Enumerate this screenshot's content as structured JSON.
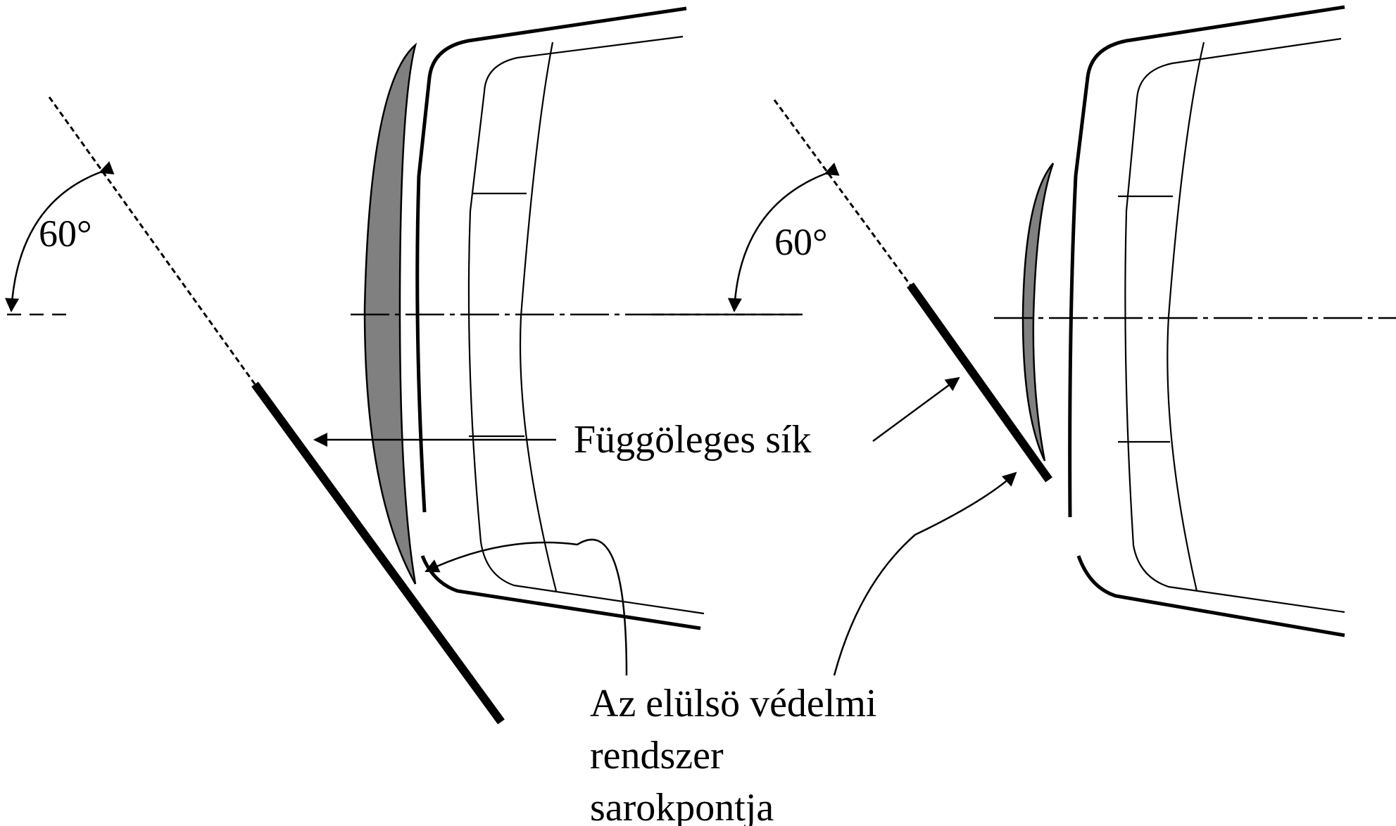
{
  "labels": {
    "angle_left": "60°",
    "angle_right": "60°",
    "vertical_plane": "Függöleges sík",
    "corner_point_line1": "Az elülsö védelmi",
    "corner_point_line2": "rendszer",
    "corner_point_line3": "sarokpontja"
  },
  "angle_degrees": 60,
  "colors": {
    "line": "#000000",
    "shading": "#808080",
    "background": "#ffffff"
  }
}
